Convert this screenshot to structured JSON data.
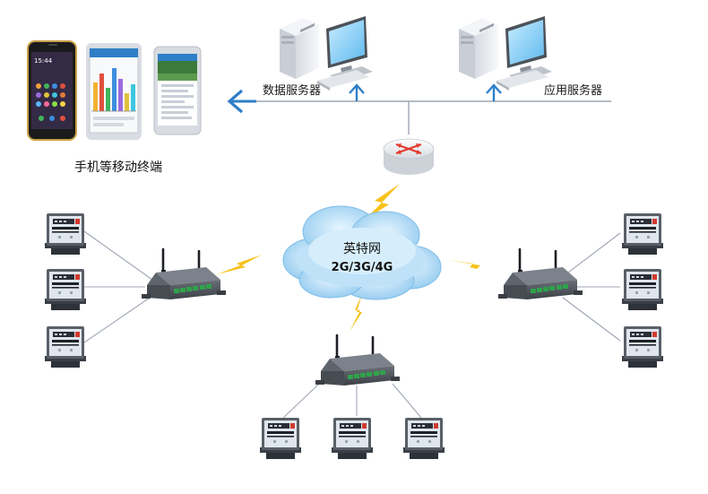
{
  "labels": {
    "data_server": "数据服务器",
    "app_server": "应用服务器",
    "mobile_terminals": "手机等移动终端",
    "network_name": "英特网",
    "network_types": "2G/3G/4G"
  },
  "phones": {
    "phone1_time": "15:44"
  },
  "colors": {
    "arrow_blue": "#2f7fc8",
    "line_gray": "#9ea6b4",
    "bolt_yellow": "#f7c21b",
    "cloud_blue": "#8cc7ee",
    "monitor_blue": "#8fd0f6",
    "router_red": "#e23a2c"
  }
}
